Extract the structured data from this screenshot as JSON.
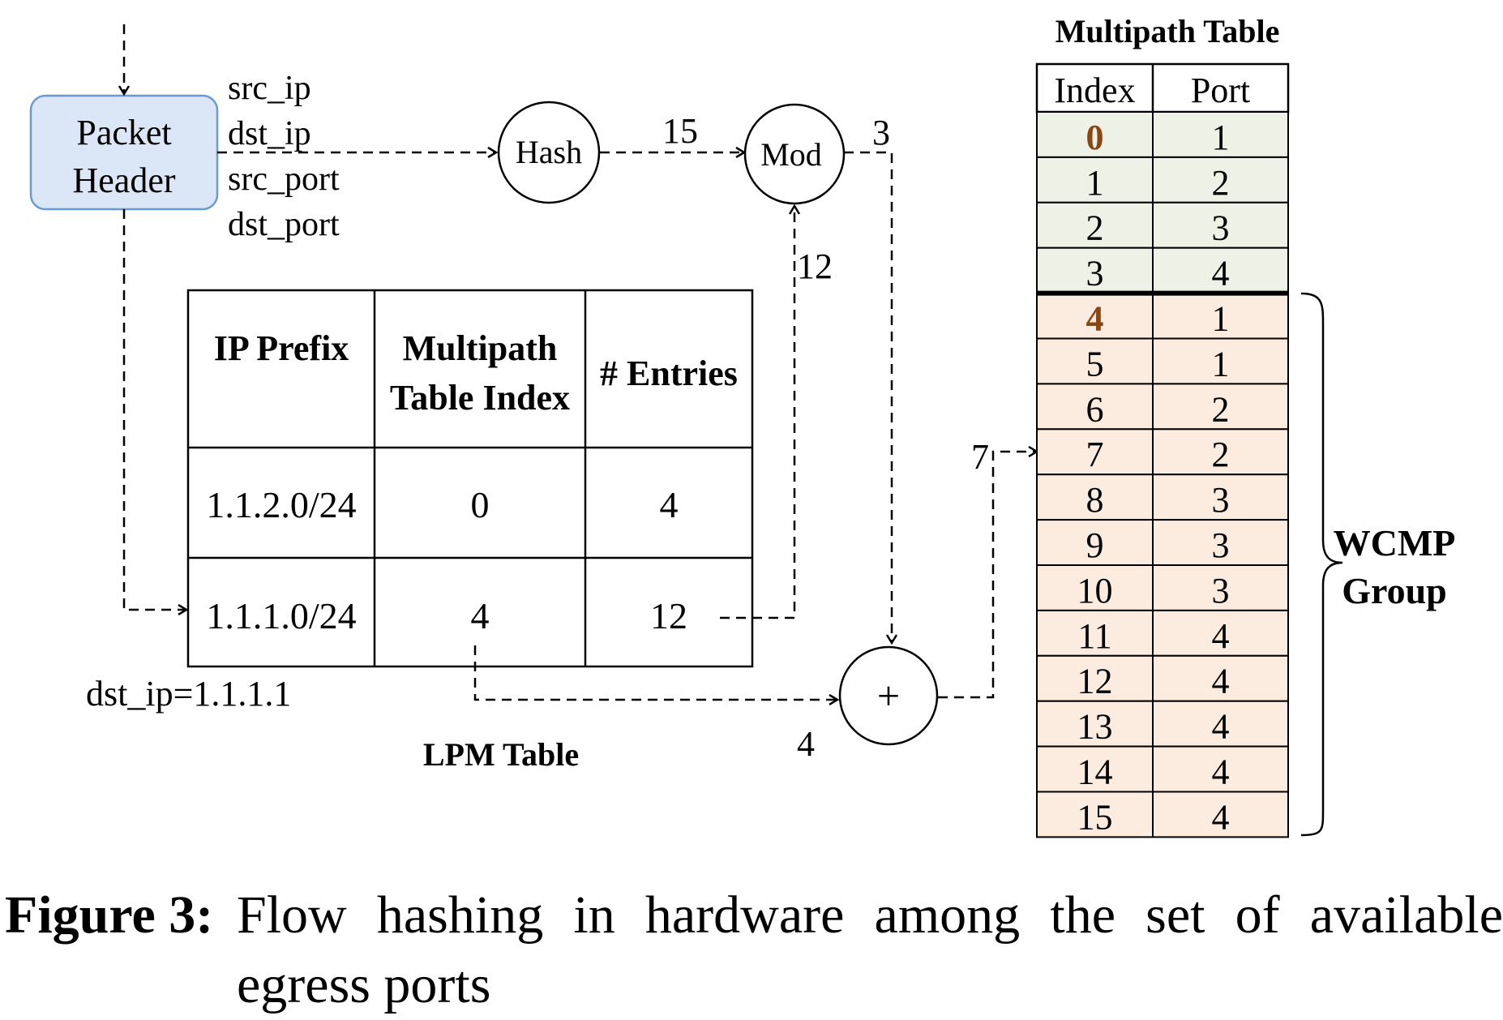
{
  "packet_header": {
    "line1": "Packet",
    "line2": "Header"
  },
  "header_fields": [
    "src_ip",
    "dst_ip",
    "src_port",
    "dst_port"
  ],
  "hash_label": "Hash",
  "mod_label": "Mod",
  "plus_label": "+",
  "edge_labels": {
    "hash_to_mod": "15",
    "mod_out": "3",
    "entries_to_mod": "12",
    "index_to_plus": "4",
    "plus_out": "7"
  },
  "lpm_table": {
    "title": "LPM Table",
    "headers": {
      "prefix": "IP Prefix",
      "index_line1": "Multipath",
      "index_line2": "Table Index",
      "entries": "# Entries"
    },
    "rows": [
      {
        "prefix": "1.1.2.0/24",
        "index": "0",
        "entries": "4"
      },
      {
        "prefix": "1.1.1.0/24",
        "index": "4",
        "entries": "12"
      }
    ],
    "lookup_note": "dst_ip=1.1.1.1"
  },
  "multipath_table": {
    "title": "Multipath Table",
    "headers": {
      "index": "Index",
      "port": "Port"
    },
    "rows": [
      {
        "index": "0",
        "port": "1"
      },
      {
        "index": "1",
        "port": "2"
      },
      {
        "index": "2",
        "port": "3"
      },
      {
        "index": "3",
        "port": "4"
      },
      {
        "index": "4",
        "port": "1"
      },
      {
        "index": "5",
        "port": "1"
      },
      {
        "index": "6",
        "port": "2"
      },
      {
        "index": "7",
        "port": "2"
      },
      {
        "index": "8",
        "port": "3"
      },
      {
        "index": "9",
        "port": "3"
      },
      {
        "index": "10",
        "port": "3"
      },
      {
        "index": "11",
        "port": "4"
      },
      {
        "index": "12",
        "port": "4"
      },
      {
        "index": "13",
        "port": "4"
      },
      {
        "index": "14",
        "port": "4"
      },
      {
        "index": "15",
        "port": "4"
      }
    ]
  },
  "wcmp_group": {
    "line1": "WCMP",
    "line2": "Group"
  },
  "colors": {
    "group_a_fill": "#eef2e6",
    "group_b_fill": "#fcece0",
    "highlight_index": "#8b4513",
    "packet_fill": "#dbe7f6",
    "packet_stroke": "#6b98d6"
  },
  "caption": {
    "label": "Figure 3:",
    "text": "Flow hashing in hardware among the set of available egress ports"
  }
}
